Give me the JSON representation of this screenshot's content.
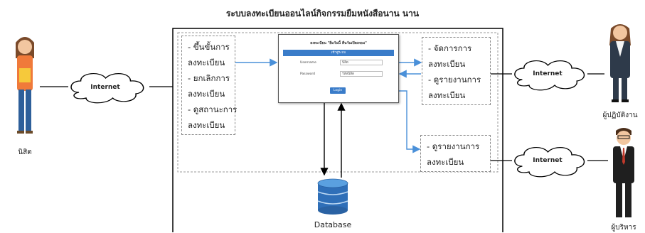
{
  "title": "ระบบลงทะเบียนออนไลน์กิจกรรมยืมหนังสือนาน นาน",
  "actors": {
    "student": "นิสิต",
    "staff": "ผู้ปฏิบัติงาน",
    "executive": "ผู้บริหาร"
  },
  "cloud_label": "Internet",
  "database_label": "Database",
  "left_box": [
    "- ขึ้นขั้นการ",
    "ลงทะเบียน",
    "- ยกเลิกการ",
    "ลงทะเบียน",
    "- ดูสถานะการ",
    "ลงทะเบียน"
  ],
  "right_top_box": [
    "- จัดการการ",
    "ลงทะเบียน",
    "- ดูรายงานการ",
    "ลงทะเบียน"
  ],
  "right_bottom_box": [
    "- ดูรายงานการ",
    "ลงทะเบียน"
  ],
  "login_form": {
    "heading": "ลงทะเบียน \"ยืมวันนี้ คืนวันเปิดเทอม\"",
    "bar": "เข้าสู่ระบบ",
    "user_label": "Username",
    "user_value": "นิสิต",
    "pass_label": "Password",
    "pass_value": "รหัสนิสิต",
    "button": "Login"
  },
  "colors": {
    "arrow": "#4a90d9",
    "line": "#000000",
    "db_top": "#5aa0e0",
    "db_body": "#2f6fb8"
  }
}
